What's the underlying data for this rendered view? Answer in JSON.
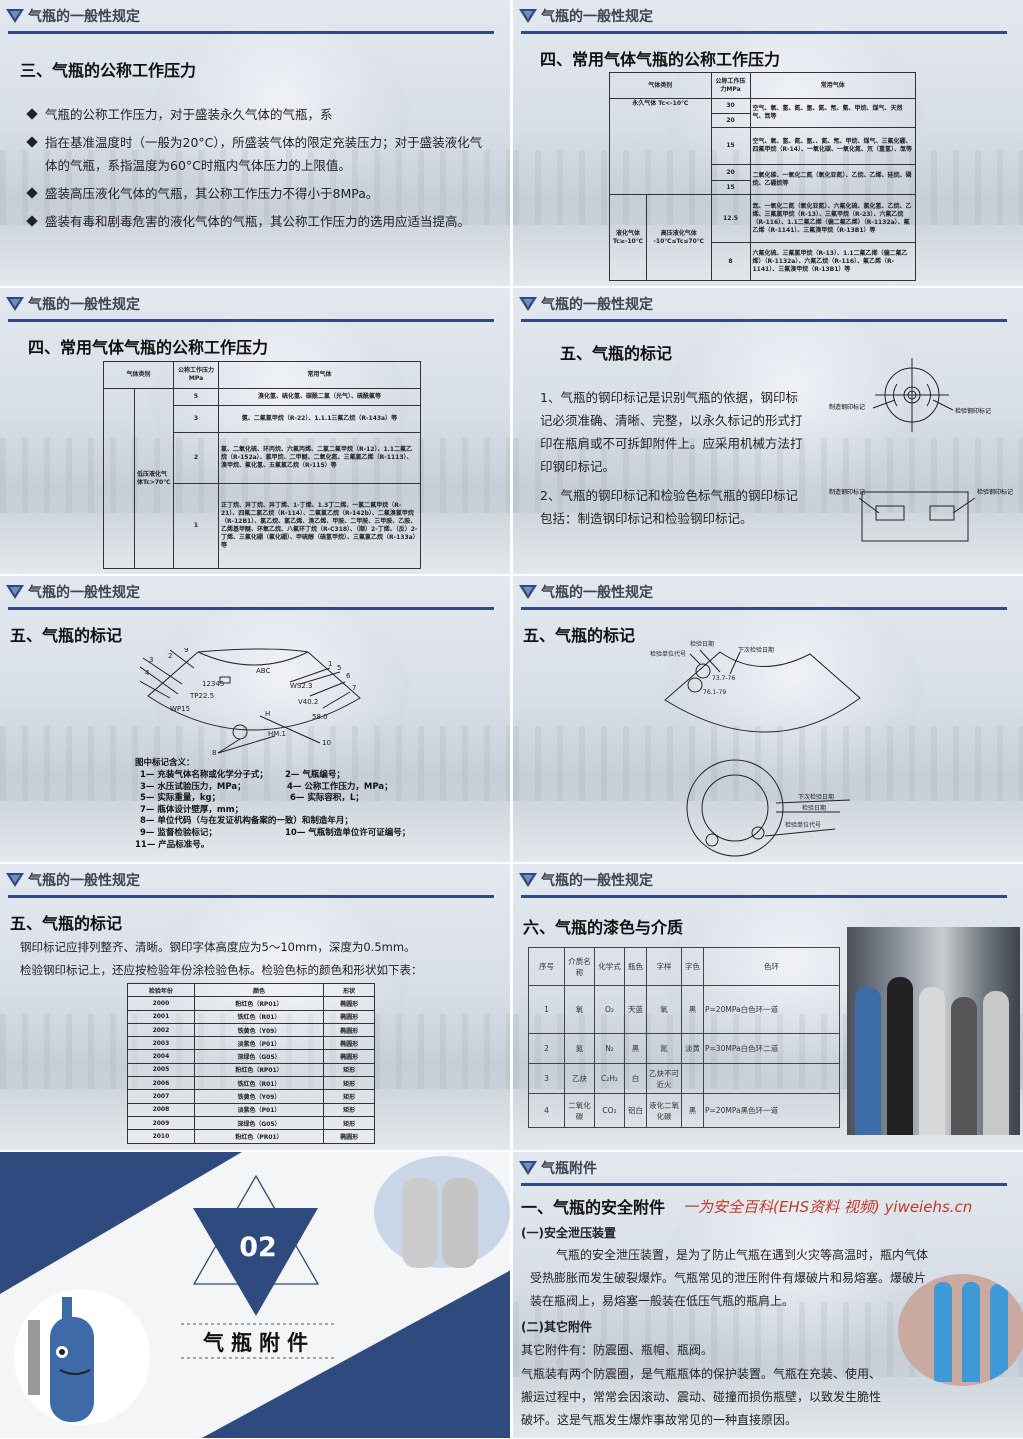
{
  "header": "气瓶的一般性规定",
  "header_attach": "气瓶附件",
  "colors": {
    "navy": "#2f4a7e",
    "watermark": "#c0392b"
  },
  "s1": {
    "title": "三、气瓶的公称工作压力",
    "bullets": [
      "气瓶的公称工作压力，对于盛装永久气体的气瓶，系",
      "指在基准温度时（一般为20°C），所盛装气体的限定充装压力；对于盛装液化气体的气瓶，系指温度为60°C时瓶内气体压力的上限值。",
      "盛装高压液化气体的气瓶，其公称工作压力不得小于8MPa。",
      "盛装有毒和剧毒危害的液化气体的气瓶，其公称工作压力的选用应适当提高。"
    ]
  },
  "s2": {
    "title": "四、常用气体气瓶的公称工作压力",
    "headers": [
      "气体类别",
      "公称工作压力MPa",
      "常用气体"
    ],
    "cat_permanent": "永久气体 Tc<-10℃",
    "cat_liquefied": "液化气体 Tc≥-10℃",
    "cat_high": "高压液化气体 -10℃≤Tc≤70℃",
    "pressures": [
      "30",
      "20",
      "15",
      "20",
      "15",
      "12.5",
      "8"
    ],
    "gases": [
      "空气、氧、氢、氮、氩、氦、氖、氪、甲烷、煤气、天然气、氙等",
      "空气、氧、氢、氮、氩、、氦、氖、甲烷、煤气、三氟化硼、四氟甲烷（R-14）、一氧化碳、一氧化氮、氘（重氢）、氙等",
      "二氧化碳、一氧化二氮（氧化亚氮）、乙烷、乙烯、硅烷、磷烷、乙硼烷等",
      "氙、一氧化二氮（氧化亚氮）、六氟化硫、氯化氢、乙烷、乙烯、三氟氯甲烷（R-13）、三氟甲烷（R-23）、六氟乙烷（R-116）、1.1二氟乙烯（偏二氟乙烯）（R-1132a）、氟乙烯（R-1141）、三氟溴甲烷（R-13B1）等",
      "六氟化硫、三氟氯甲烷（R-13）、1.1二氟乙烯（偏二氟乙烯）（R-1132a）、六氟乙烷（R-116）、氟乙烯（R-1141）、三氟溴甲烷（R-13B1）等"
    ]
  },
  "s3": {
    "title": "四、常用气体气瓶的公称工作压力",
    "headers": [
      "气体类别",
      "公称工作压力MPa",
      "常用气体"
    ],
    "cat_low": "低压液化气体Tc>70℃",
    "pressures": [
      "5",
      "3",
      "2",
      "1"
    ],
    "gases": [
      "溴化氢、硫化氢、碳酰二氯（光气）、硫酰氟等",
      "氨、二氟氯甲烷（R-22）、1.1.1三氟乙烷（R-143a）等",
      "氯、二氧化硫、环丙烷、六氟丙烯、二氯二氟甲烷（R-12）、1.1二氟乙烷（R-152a）、氯甲烷、二甲醚、二氧化氮、三氟氯乙烯（R-1113）、溴甲烷、氟化氢、五氟氯乙烷（R-115）等",
      "正丁烷、异丁烷、异丁烯、1-丁烯、1.3丁二烯、一氯二氟甲烷（R-21）、四氟二氯乙烷（R-114）、二氟氯乙烷（R-142b）、二氟溴氯甲烷（R-12B1）、氯乙烷、氯乙烯、溴乙烯、甲胺、二甲胺、三甲胺、乙胺、乙烯基甲醚、环氧乙烷、八氟环丁烷（R-C318）、（顺）2-丁烯、（反）2-丁烯、三氟化硼（氟化硼）、甲硫醇（硫氢甲烷）、三氟氯乙烷（R-133a）等"
    ]
  },
  "s4": {
    "title": "五、气瓶的标记",
    "p1": "1、气瓶的钢印标记是识别气瓶的依据，钢印标记必须准确、清晰、完整，以永久标记的形式打印在瓶肩或不可拆卸附件上。应采用机械方法打印钢印标记。",
    "p2": "2、气瓶的钢印标记和检验色标气瓶的钢印标记包括：制造钢印标记和检验钢印标记。",
    "label_mfg": "制造钢印标记",
    "label_insp": "检验钢印标记"
  },
  "s5": {
    "title": "五、气瓶的标记",
    "diagram_marks": [
      "ABC",
      "WS2.3",
      "V40.2",
      "58.0",
      "12345",
      "TP22.5",
      "WP15",
      "H",
      "HM.1"
    ],
    "diagram_numbers": [
      "1",
      "2",
      "3",
      "4",
      "5",
      "6",
      "7",
      "8",
      "9",
      "10"
    ],
    "legend_title": "图中标记含义：",
    "legend": [
      "1— 充装气体名称或化学分子式；",
      "2— 气瓶编号；",
      "3— 水压试验压力，MPa；",
      "4— 公称工作压力，MPa；",
      "5— 实际重量，kg；",
      "6— 实际容积，L；",
      "7— 瓶体设计壁厚，mm；",
      "8— 单位代码（与在发证机构备案的一致）和制造年月；",
      "9— 监督检验标记；",
      "10— 气瓶制造单位许可证编号；",
      "11— 产品标准号。"
    ]
  },
  "s6": {
    "title": "五、气瓶的标记",
    "labels": [
      "检验日期",
      "检验单位代号",
      "下次检验日期",
      "73.7-76",
      "76.1-79",
      "下次检验日期",
      "检验日期",
      "检验单位代号"
    ]
  },
  "s7": {
    "title": "五、气瓶的标记",
    "line1": "钢印标记应排列整齐、清晰。钢印字体高度应为5～10mm，深度为0.5mm。",
    "line2": "检验钢印标记上，还应按检验年份涂检验色标。检验色标的颜色和形状如下表：",
    "headers": [
      "检验年份",
      "颜色",
      "形状"
    ],
    "rows": [
      [
        "2000",
        "粉红色（RP01）",
        "椭圆形"
      ],
      [
        "2001",
        "铁红色（R01）",
        "椭圆形"
      ],
      [
        "2002",
        "铁黄色（Y09）",
        "椭圆形"
      ],
      [
        "2003",
        "淡紫色（P01）",
        "椭圆形"
      ],
      [
        "2004",
        "深绿色（G05）",
        "椭圆形"
      ],
      [
        "2005",
        "粉红色（RP01）",
        "矩形"
      ],
      [
        "2006",
        "铁红色（R01）",
        "矩形"
      ],
      [
        "2007",
        "铁黄色（Y09）",
        "矩形"
      ],
      [
        "2008",
        "淡紫色（P01）",
        "矩形"
      ],
      [
        "2009",
        "深绿色（G05）",
        "矩形"
      ],
      [
        "2010",
        "粉红色（PR01）",
        "椭圆形"
      ]
    ]
  },
  "s8": {
    "title": "六、气瓶的漆色与介质",
    "headers": [
      "序号",
      "介质名称",
      "化学式",
      "瓶色",
      "字样",
      "字色",
      "色环"
    ],
    "rows": [
      [
        "1",
        "氧",
        "O₂",
        "天蓝",
        "氧",
        "黑",
        "P=20MPa白色环一道"
      ],
      [
        "2",
        "氮",
        "N₂",
        "黑",
        "氮",
        "淡黄",
        "P=30MPa白色环二道"
      ],
      [
        "3",
        "乙炔",
        "C₂H₂",
        "白",
        "乙炔不可近火",
        "",
        ""
      ],
      [
        "4",
        "二氧化碳",
        "CO₂",
        "铝白",
        "液化二氧化碳",
        "黑",
        "P=20MPa黑色环一道"
      ]
    ]
  },
  "s9": {
    "number": "02",
    "title": "气瓶附件"
  },
  "s10": {
    "title": "一、气瓶的安全附件",
    "sub1": "(一)安全泄压装置",
    "p1": "气瓶的安全泄压装置，是为了防止气瓶在遇到火灾等高温时，瓶内气体受热膨胀而发生破裂爆炸。气瓶常见的泄压附件有爆破片和易熔塞。爆破片装在瓶阀上，易熔塞一般装在低压气瓶的瓶肩上。",
    "sub2": "(二)其它附件",
    "p2": "其它附件有：防震圈、瓶帽、瓶阀。",
    "p3": "气瓶装有两个防震圈，是气瓶瓶体的保护装置。气瓶在充装、使用、搬运过程中，常常会因滚动、震动、碰撞而损伤瓶壁，以致发生脆性破坏。这是气瓶发生爆炸事故常见的一种直接原因。",
    "watermark": "一为安全百科(EHS资料 视频) yiweiehs.cn"
  }
}
